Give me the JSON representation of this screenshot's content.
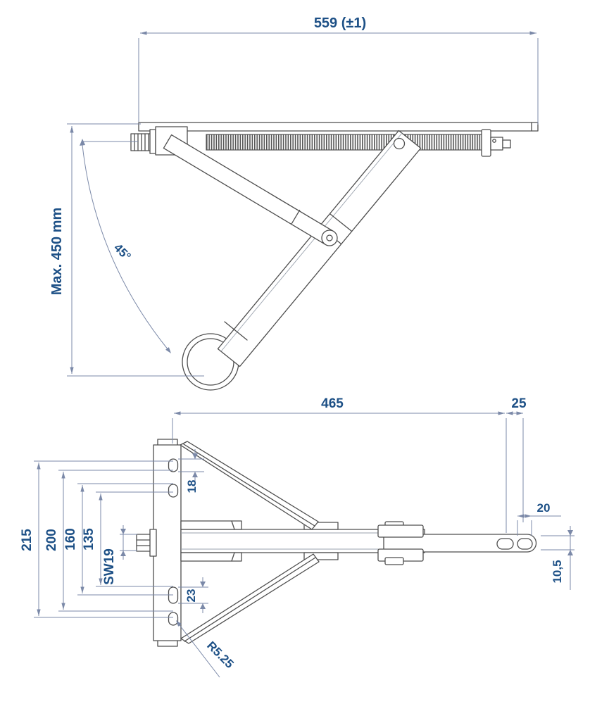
{
  "drawing": {
    "colors": {
      "line": "#4d4d4d",
      "dimension": "#7b89a8",
      "text": "#1d5086",
      "background": "#ffffff"
    },
    "top_view": {
      "overall_width": "559 (±1)",
      "max_height": "Max. 450 mm",
      "swing_angle": "45°"
    },
    "bottom_view": {
      "beam_length": "465",
      "end_slot_offset": "25",
      "mount_slot_length_top": "18",
      "mount_span_1": "215",
      "mount_span_2": "200",
      "mount_span_3": "160",
      "mount_span_4": "135",
      "crank_hex": "SW19",
      "mount_slot_length_bottom": "23",
      "end_slot_length": "20",
      "end_slot_width": "10,5",
      "slot_radius": "R5.25"
    }
  }
}
